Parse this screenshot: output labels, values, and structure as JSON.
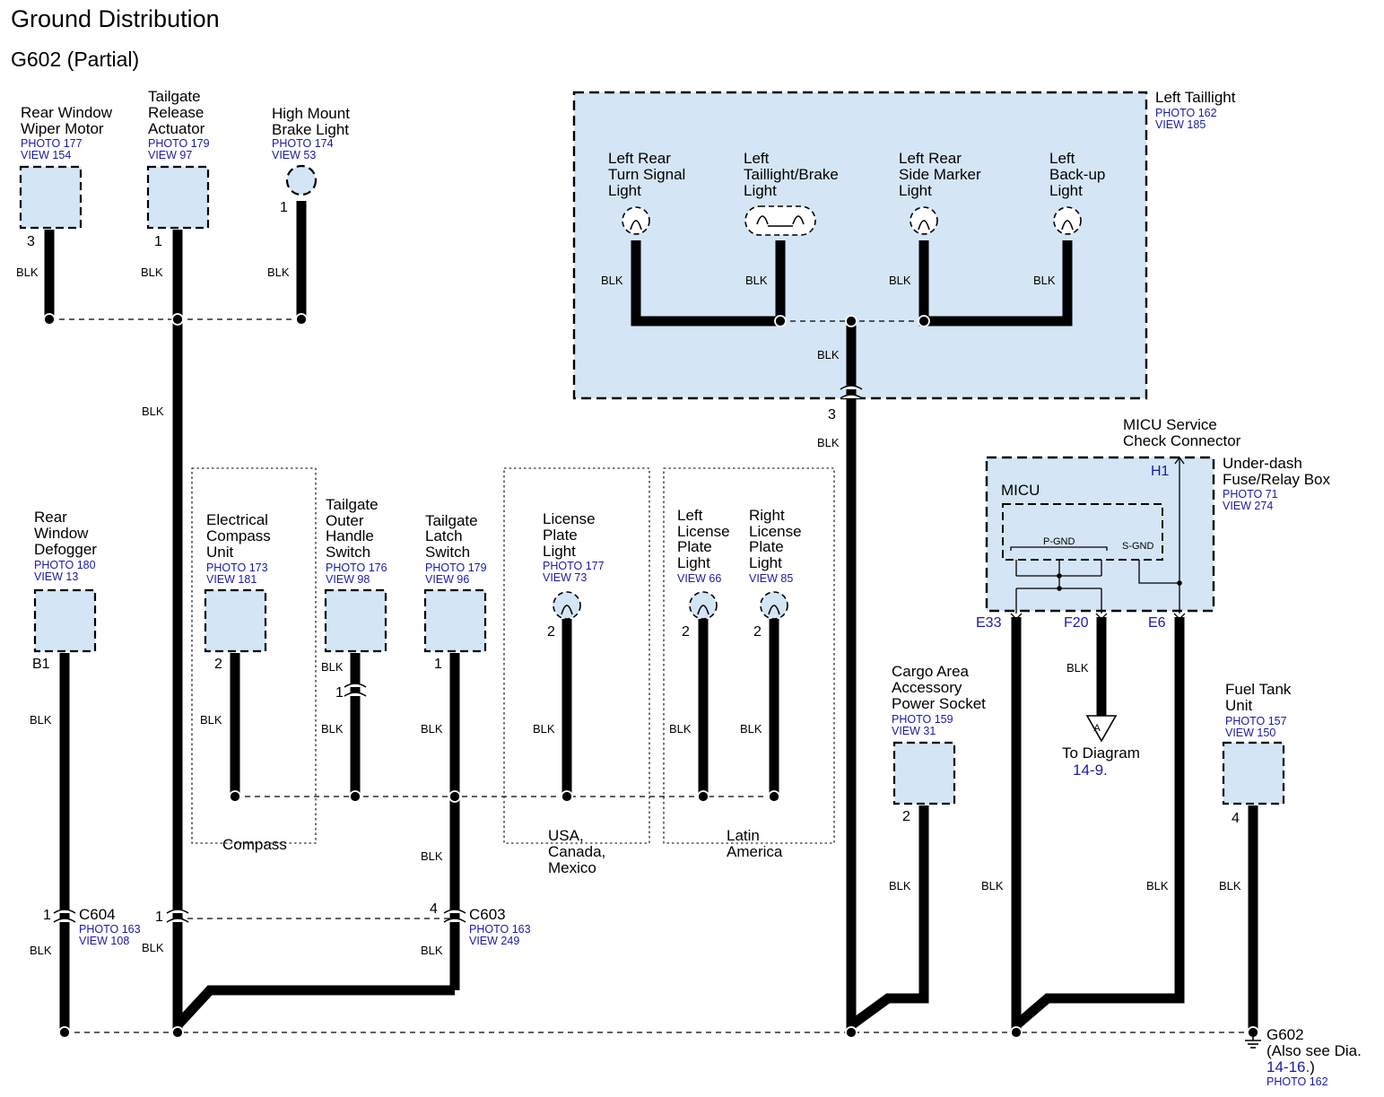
{
  "title": "Ground Distribution",
  "subtitle": "G602 (Partial)",
  "wire_color": "BLK",
  "colors": {
    "component_fill": "#d4e5f6",
    "ref_text": "#1a1aa6",
    "wire": "#000000"
  },
  "components": {
    "wiper_motor": {
      "name": [
        "Rear Window",
        "Wiper Motor"
      ],
      "photo": "PHOTO 177",
      "view": "VIEW 154",
      "pin": "3"
    },
    "tailgate_release": {
      "name": [
        "Tailgate",
        "Release",
        "Actuator"
      ],
      "photo": "PHOTO 179",
      "view": "VIEW 97",
      "pin": "1"
    },
    "brake_light": {
      "name": [
        "High Mount",
        "Brake Light"
      ],
      "photo": "PHOTO 174",
      "view": "VIEW 53",
      "pin": "1"
    },
    "left_taillight": {
      "name": "Left Taillight",
      "photo": "PHOTO 162",
      "view": "VIEW 185",
      "pin": "3"
    },
    "turn_signal": {
      "name": [
        "Left Rear",
        "Turn Signal",
        "Light"
      ]
    },
    "taillight_brake": {
      "name": [
        "Left",
        "Taillight/Brake",
        "Light"
      ]
    },
    "side_marker": {
      "name": [
        "Left Rear",
        "Side Marker",
        "Light"
      ]
    },
    "backup": {
      "name": [
        "Left",
        "Back-up",
        "Light"
      ]
    },
    "defogger": {
      "name": [
        "Rear",
        "Window",
        "Defogger"
      ],
      "photo": "PHOTO 180",
      "view": "VIEW 13",
      "pin": "B1"
    },
    "compass_unit": {
      "name": [
        "Electrical",
        "Compass",
        "Unit"
      ],
      "photo": "PHOTO 173",
      "view": "VIEW 181",
      "pin": "2"
    },
    "outer_handle": {
      "name": [
        "Tailgate",
        "Outer",
        "Handle",
        "Switch"
      ],
      "photo": "PHOTO 176",
      "view": "VIEW 98",
      "pin": "1"
    },
    "latch_switch": {
      "name": [
        "Tailgate",
        "Latch",
        "Switch"
      ],
      "photo": "PHOTO 179",
      "view": "VIEW 96",
      "pin": "1"
    },
    "license_plate": {
      "name": [
        "License",
        "Plate",
        "Light"
      ],
      "photo": "PHOTO 177",
      "view": "VIEW 73",
      "pin": "2"
    },
    "left_license": {
      "name": [
        "Left",
        "License",
        "Plate",
        "Light"
      ],
      "view": "VIEW 66",
      "pin": "2"
    },
    "right_license": {
      "name": [
        "Right",
        "License",
        "Plate",
        "Light"
      ],
      "view": "VIEW 85",
      "pin": "2"
    },
    "micu_service": {
      "name": [
        "MICU Service",
        "Check Connector"
      ]
    },
    "fuse_box": {
      "name": [
        "Under-dash",
        "Fuse/Relay Box"
      ],
      "photo": "PHOTO 71",
      "view": "VIEW 274"
    },
    "micu": {
      "name": "MICU",
      "p_gnd": "P-GND",
      "s_gnd": "S-GND",
      "pins": [
        "H1",
        "E33",
        "F20",
        "E6"
      ]
    },
    "cargo_socket": {
      "name": [
        "Cargo Area",
        "Accessory",
        "Power Socket"
      ],
      "photo": "PHOTO 159",
      "view": "VIEW 31",
      "pin": "2"
    },
    "fuel_tank": {
      "name": [
        "Fuel Tank",
        "Unit"
      ],
      "photo": "PHOTO 157",
      "view": "VIEW 150",
      "pin": "4"
    }
  },
  "groups": {
    "compass": "Compass",
    "usa": [
      "USA,",
      "Canada,",
      "Mexico"
    ],
    "latin": [
      "Latin",
      "America"
    ]
  },
  "connectors": {
    "c604": {
      "name": "C604",
      "photo": "PHOTO 163",
      "view": "VIEW 108",
      "pin": "1"
    },
    "c603": {
      "name": "C603",
      "photo": "PHOTO 163",
      "view": "VIEW 249",
      "pin": "4",
      "pin_left": "1"
    }
  },
  "to_diagram": {
    "letter": "A",
    "text": "To Diagram",
    "ref": "14-9."
  },
  "ground": {
    "name": "G602",
    "note": "(Also see Dia.",
    "ref": "14-16.",
    "close": ")",
    "photo": "PHOTO 162"
  }
}
